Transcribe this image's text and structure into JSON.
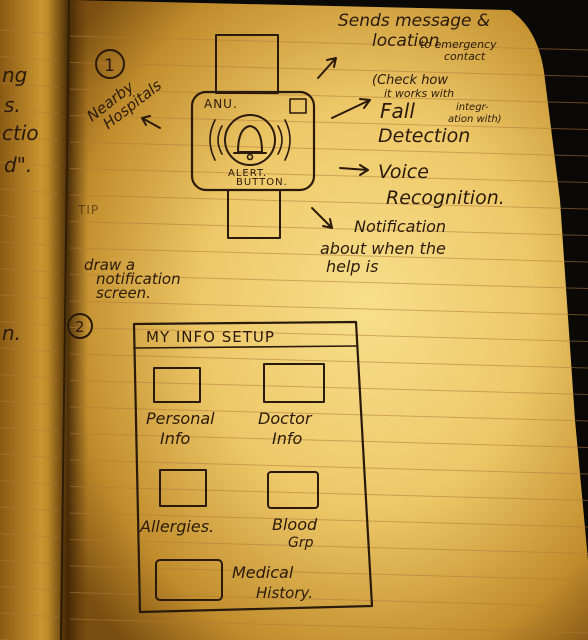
{
  "left_page": {
    "fragments": [
      "ng",
      "s.",
      "ctio",
      "d\".",
      "n."
    ]
  },
  "sketch1": {
    "number": "1",
    "watch_label": "ANU.",
    "button_label_line1": "ALERT.",
    "button_label_line2": "BUTTON.",
    "nearby_hospitals": [
      "Nearby",
      "Hospitals"
    ],
    "sends_message": [
      "Sends message &",
      "location",
      "to emergency",
      "contact"
    ],
    "check_note": [
      "(Check how",
      "it works with",
      "integr-",
      "ation with)"
    ],
    "fall_detection": [
      "Fall",
      "Detection"
    ],
    "voice_recognition": [
      "Voice",
      "Recognition."
    ],
    "notification": [
      "Notification",
      "about when the",
      "help is"
    ],
    "tip": "TIP",
    "draw_notification": [
      "draw a",
      "notification",
      "screen."
    ]
  },
  "sketch2": {
    "number": "2",
    "title": "MY INFO SETUP",
    "tiles": [
      {
        "line1": "Personal",
        "line2": "Info"
      },
      {
        "line1": "Doctor",
        "line2": "Info"
      },
      {
        "line1": "Allergies.",
        "line2": ""
      },
      {
        "line1": "Blood",
        "line2": "Grp"
      },
      {
        "line1": "Medical",
        "line2": "History."
      }
    ]
  },
  "colors": {
    "paper_center": "#f3d27a",
    "paper_edge": "#8a5a14",
    "ink": "#2a1a0c",
    "rule_line": "#b07a3a",
    "background": "#0b0906"
  }
}
